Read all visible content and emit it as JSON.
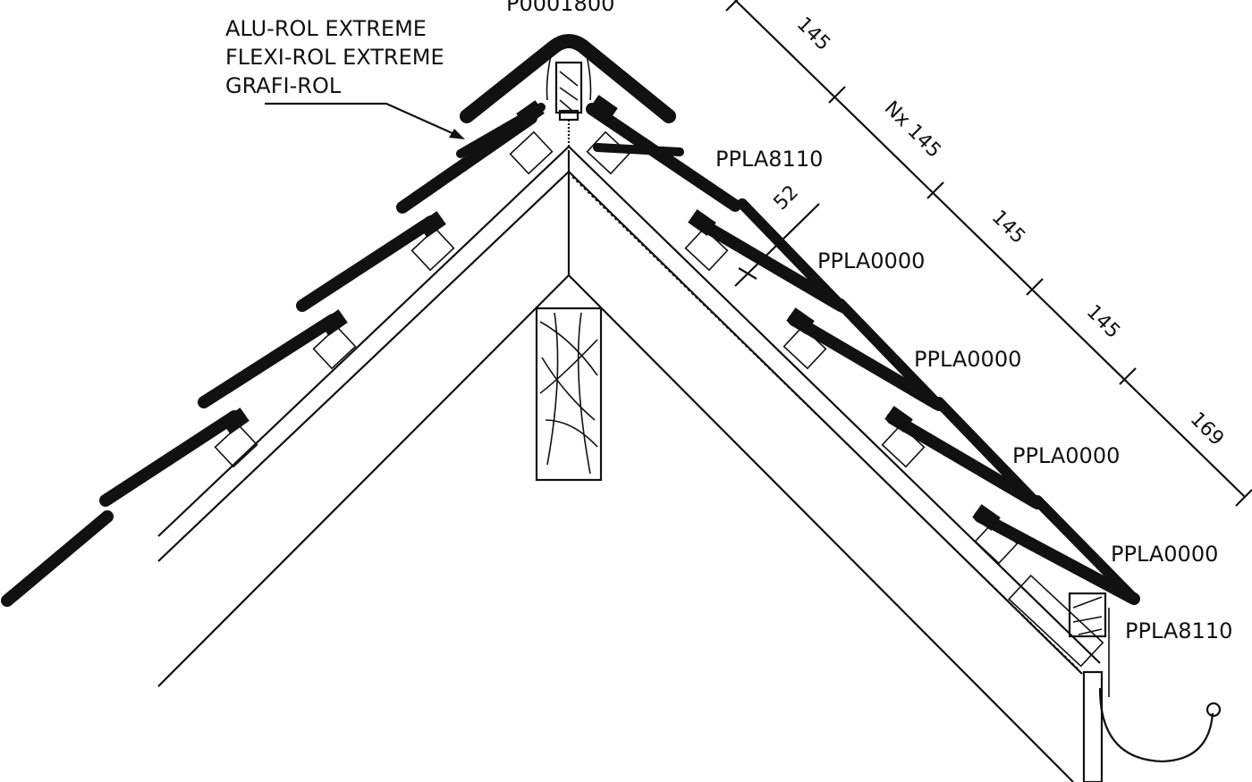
{
  "labels": {
    "top_code": "P0001800",
    "underlay_line1": "ALU-ROL EXTREME",
    "underlay_line2": "FLEXI-ROL EXTREME",
    "underlay_line3": "GRAFI-ROL",
    "tile_1": "PPLA8110",
    "tile_2": "PPLA0000",
    "tile_3": "PPLA0000",
    "tile_4": "PPLA0000",
    "tile_5": "PPLA0000",
    "tile_6": "PPLA8110"
  },
  "dimensions": {
    "d1": "145",
    "d2": "Nx 145",
    "d3": "145",
    "d4": "145",
    "d5": "169",
    "batten_offset": "52"
  },
  "colors": {
    "line": "#111111",
    "background": "#ffffff"
  }
}
